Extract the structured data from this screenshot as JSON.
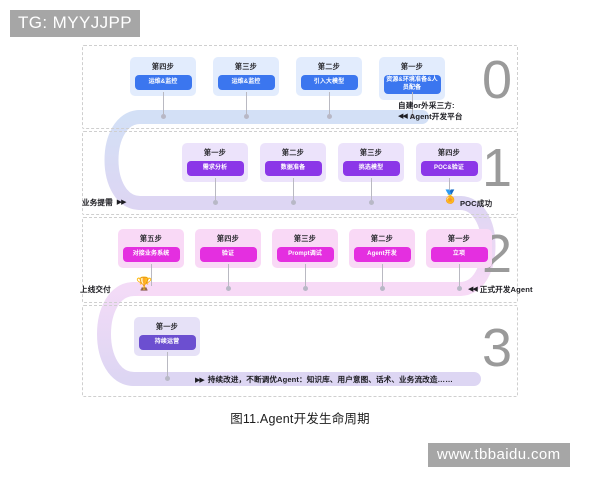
{
  "watermarks": {
    "top": "TG: MYYJJPP",
    "bottom": "www.tbbaidu.com"
  },
  "caption": "图11.Agent开发生命周期",
  "colors": {
    "lane0_card_bg": "#e2ecfd",
    "lane0_pill": "#3b76ef",
    "lane1_card_bg": "#ece3fb",
    "lane1_pill": "#8b37e8",
    "lane2_card_bg": "#f9d9f6",
    "lane2_pill": "#e42fe0",
    "lane3_card_bg": "#e6e1f7",
    "lane3_pill": "#6c4fd0",
    "track_blue": "#d3e0f6",
    "track_purple": "#ddd6f3",
    "track_pink": "#f7daf6",
    "lane_number": "#9a9a9a",
    "watermark_bg": "#a6a6a6"
  },
  "lanes": [
    {
      "number": "0",
      "cards": [
        {
          "step": "第四步",
          "task": "运维&监控"
        },
        {
          "step": "第三步",
          "task": "运维&监控"
        },
        {
          "step": "第二步",
          "task": "引入大模型"
        },
        {
          "step": "第一步",
          "task": "资源&环境准备&人员配备"
        }
      ],
      "right_label_line1": "自建or外采三方:",
      "right_label_line2": "Agent开发平台",
      "right_arrow": "◀◀"
    },
    {
      "number": "1",
      "cards": [
        {
          "step": "第一步",
          "task": "需求分析"
        },
        {
          "step": "第二步",
          "task": "数据准备"
        },
        {
          "step": "第三步",
          "task": "挑选模型"
        },
        {
          "step": "第四步",
          "task": "POC&验证"
        }
      ],
      "left_label": "业务提需",
      "left_arrow": "▶▶",
      "end_label": "POC成功",
      "end_icon": "medal-icon",
      "end_icon_glyph": "🏅"
    },
    {
      "number": "2",
      "cards": [
        {
          "step": "第五步",
          "task": "对接业务系统"
        },
        {
          "step": "第四步",
          "task": "验证"
        },
        {
          "step": "第三步",
          "task": "Prompt调试"
        },
        {
          "step": "第二步",
          "task": "Agent开发"
        },
        {
          "step": "第一步",
          "task": "立项"
        }
      ],
      "left_label": "上线交付",
      "left_icon": "trophy-icon",
      "left_icon_glyph": "🏆",
      "right_label": "正式开发Agent",
      "right_arrow": "◀◀"
    },
    {
      "number": "3",
      "cards": [
        {
          "step": "第一步",
          "task": "持续运营"
        }
      ],
      "bottom_arrow": "▶▶",
      "bottom_note": "持续改进，不断调优Agent：知识库、用户意图、话术、业务流改造……"
    }
  ]
}
